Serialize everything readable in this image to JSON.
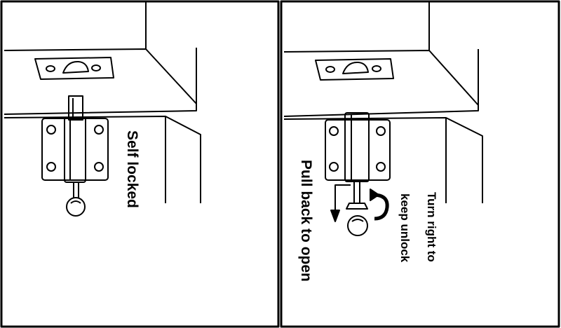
{
  "panels": [
    {
      "label_lines": [
        "Self locked"
      ],
      "state": "locked"
    },
    {
      "label_lines": [
        "Pull back to open"
      ],
      "state": "unlocked"
    }
  ],
  "annotations": {
    "turn_line_1": "Turn right to",
    "turn_line_2": "keep unlock"
  },
  "colors": {
    "ink": "#000000",
    "paper": "#ffffff"
  },
  "icons": [
    "pull-down-arrow-icon",
    "turn-right-arrow-icon"
  ]
}
